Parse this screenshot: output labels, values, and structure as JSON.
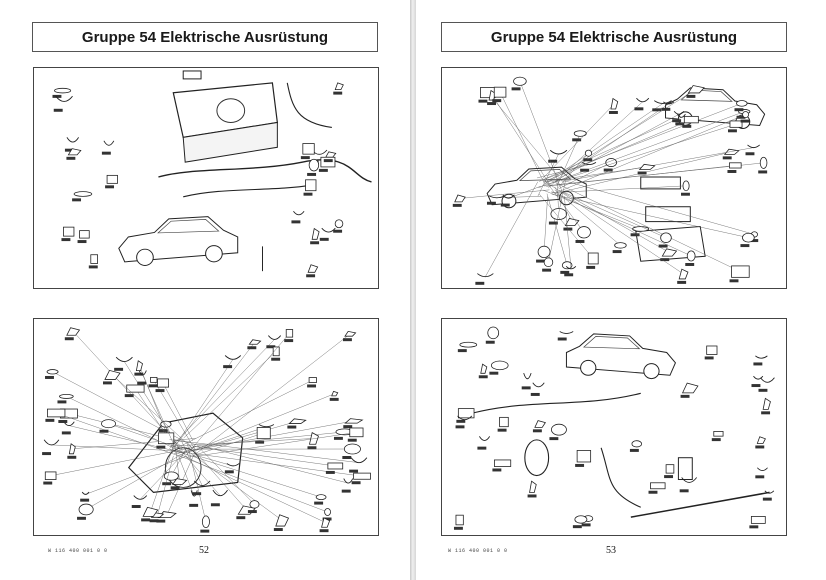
{
  "left_page": {
    "header": "Gruppe 54 Elektrische Ausrüstung",
    "page_number": "52",
    "footer_code": "W 116 400 001 0 0",
    "panels": [
      {
        "illustration": "battery-and-wiring-harness-diagram"
      },
      {
        "illustration": "engine-compartment-electrical-parts-diagram"
      }
    ]
  },
  "right_page": {
    "header": "Gruppe 54 Elektrische Ausrüstung",
    "page_number": "53",
    "footer_code": "W 116 400 001 0 0",
    "panels": [
      {
        "illustration": "lighting-and-switches-parts-diagram"
      },
      {
        "illustration": "rear-electrical-and-cable-parts-diagram"
      }
    ]
  }
}
